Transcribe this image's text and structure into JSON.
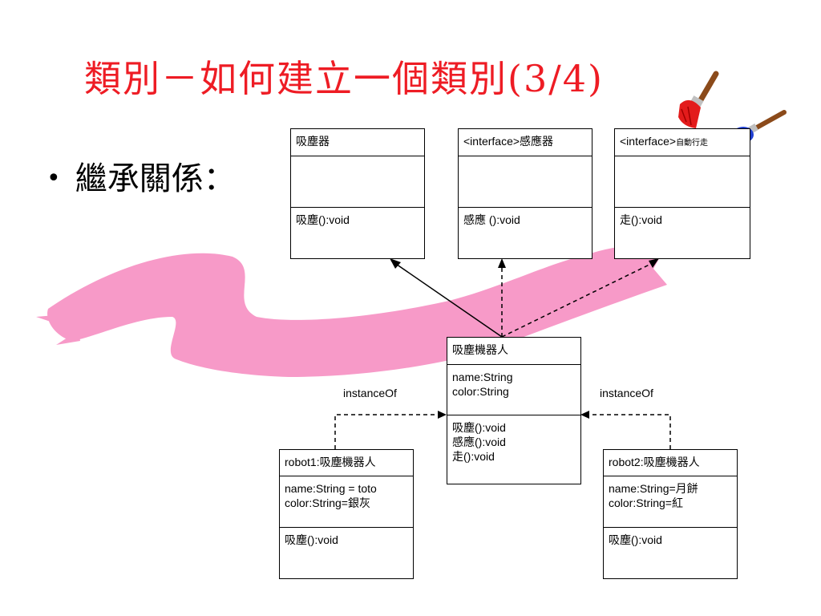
{
  "title": "類別－如何建立一個類別(3/4)",
  "bullet": "繼承關係：",
  "classes": {
    "vacuum": {
      "name": "吸塵器",
      "attrs": [],
      "methods": [
        "吸塵():void"
      ]
    },
    "sensor": {
      "name": "<interface>感應器",
      "attrs": [],
      "methods": [
        "感應 ():void"
      ]
    },
    "mover": {
      "name_main": "<interface>",
      "name_small": "自動行走",
      "attrs": [],
      "methods": [
        "走():void"
      ]
    },
    "robot": {
      "name": "吸塵機器人",
      "attrs": [
        "name:String",
        "color:String"
      ],
      "methods": [
        "吸塵():void",
        "感應():void",
        "走():void"
      ]
    },
    "robot1": {
      "name": "robot1:吸塵機器人",
      "attrs": [
        "name:String = toto",
        "color:String=銀灰"
      ],
      "methods": [
        "吸塵():void"
      ]
    },
    "robot2": {
      "name": "robot2:吸塵機器人",
      "attrs": [
        "name:String=月餅",
        "color:String=紅"
      ],
      "methods": [
        "吸塵():void"
      ]
    }
  },
  "edges": {
    "instance_label_left": "instanceOf",
    "instance_label_right": "instanceOf"
  },
  "colors": {
    "title": "#ee1c24",
    "brush_stroke": "#f79ac8",
    "line": "#000000"
  },
  "icons": [
    "red-paintbrush-icon",
    "blue-paintbrush-icon"
  ]
}
